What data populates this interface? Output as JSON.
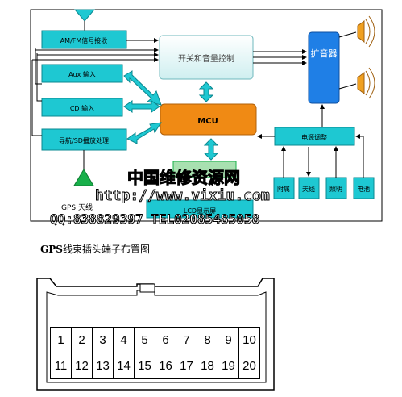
{
  "diagram": {
    "blocks": {
      "am_fm": "AM/FM信号接收",
      "aux": "Aux 输入",
      "cd": "CD 输入",
      "nav": "导航/SD播放处理",
      "switch_volume": "开关和音量控制",
      "mcu": "MCU",
      "amplifier": "扩音器",
      "power_adjust": "电源调整",
      "accessory": "附属",
      "antenna": "天线",
      "lighting": "照明",
      "battery": "电池",
      "gps_antenna": "GPS 天线",
      "bottom_block": "LCD显示屏"
    },
    "watermark": {
      "line1": "中国维修资源网",
      "line2": "http://www.vixiu.com",
      "line3": "QQ:838829397 TEL02085485058"
    }
  },
  "connector": {
    "caption_bold": "GPS",
    "caption_rest": "线束插头端子布置图",
    "pins_row1": [
      "1",
      "2",
      "3",
      "4",
      "5",
      "6",
      "7",
      "8",
      "9",
      "10"
    ],
    "pins_row2": [
      "11",
      "12",
      "13",
      "14",
      "15",
      "16",
      "17",
      "18",
      "19",
      "20"
    ]
  },
  "colors": {
    "cyan": "#1ec8d2",
    "orange": "#f08a14",
    "blue": "#1f7fe6",
    "light_teal": "#d7f2f3",
    "green": "#18b04a"
  }
}
